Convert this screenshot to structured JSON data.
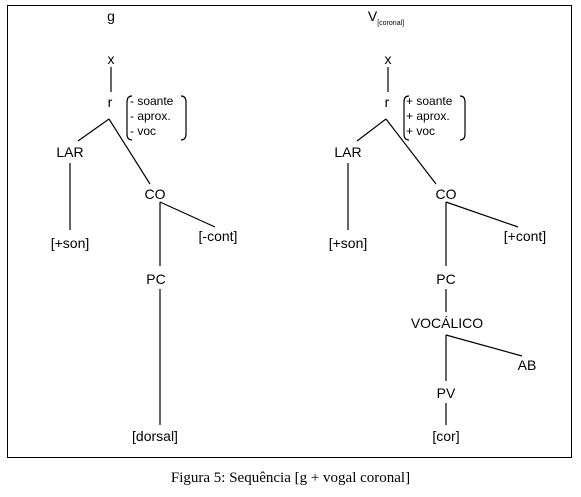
{
  "figure": {
    "caption": "Figura 5: Sequência [g + vogal coronal]"
  },
  "tree_left": {
    "head": "g",
    "x": "x",
    "r": "r",
    "r_features": [
      "- soante",
      "- aprox.",
      "- voc"
    ],
    "lar": "LAR",
    "son": "[+son]",
    "co": "CO",
    "cont": "[-cont]",
    "pc": "PC",
    "place": "[dorsal]"
  },
  "tree_right": {
    "head": "V",
    "head_subscript": "[coronal]",
    "x": "x",
    "r": "r",
    "r_features": [
      "+ soante",
      "+ aprox.",
      "+ voc"
    ],
    "lar": "LAR",
    "son": "[+son]",
    "co": "CO",
    "cont": "[+cont]",
    "pc": "PC",
    "vocalico": "VOCÁLICO",
    "ab": "AB",
    "pv": "PV",
    "place": "[cor]"
  }
}
